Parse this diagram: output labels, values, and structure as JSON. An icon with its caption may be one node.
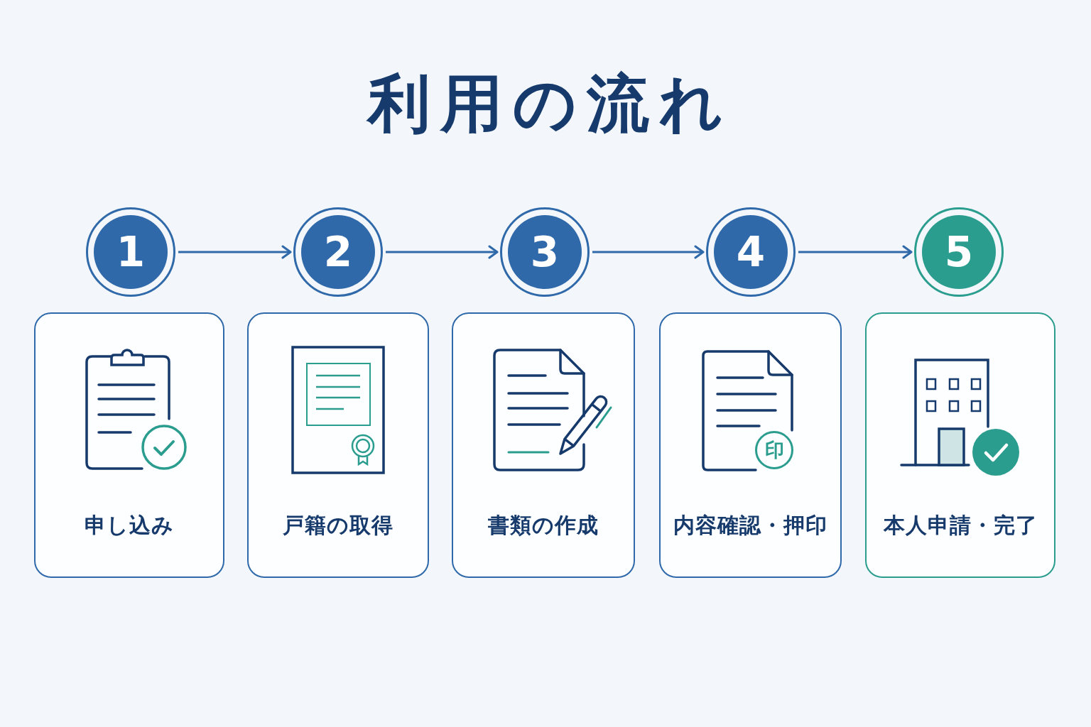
{
  "diagram": {
    "title": "利用の流れ",
    "nodes": [
      {
        "text": [
          "1"
        ]
      },
      {
        "text": [
          "2"
        ]
      },
      {
        "text": [
          "3"
        ]
      },
      {
        "text": [
          "4"
        ]
      },
      {
        "text": [
          "5"
        ]
      },
      {
        "text": [
          "申し込み"
        ]
      },
      {
        "text": [
          "戸籍の取得"
        ]
      },
      {
        "text": [
          "書類の作成"
        ]
      },
      {
        "text": [
          "内容確認・押印"
        ]
      },
      {
        "text": [
          "本人申請・完了"
        ]
      }
    ],
    "edges": [
      {
        "from": 0,
        "to": 1,
        "arrow": "to"
      },
      {
        "from": 1,
        "to": 2,
        "arrow": "to"
      },
      {
        "from": 2,
        "to": 3,
        "arrow": "to"
      },
      {
        "from": 3,
        "to": 4,
        "arrow": "to"
      }
    ],
    "labels": [
      "印"
    ]
  }
}
